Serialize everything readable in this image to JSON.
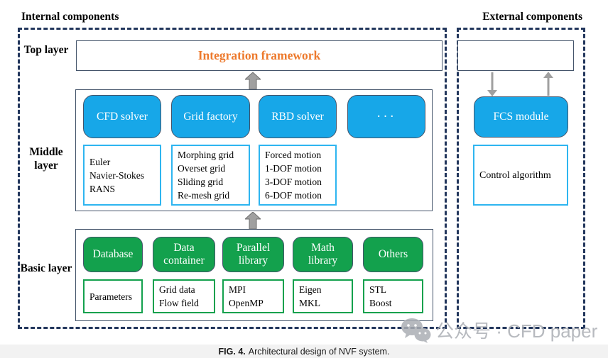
{
  "sections": {
    "internal_title": "Internal components",
    "external_title": "External components"
  },
  "layers": {
    "top": "Top layer",
    "middle": "Middle layer",
    "basic": "Basic layer"
  },
  "top_layer": {
    "integration": "Integration framework"
  },
  "middle": {
    "modules": [
      {
        "label": "CFD solver",
        "items": [
          "Euler",
          "Navier-Stokes",
          "RANS"
        ]
      },
      {
        "label": "Grid factory",
        "items": [
          "Morphing grid",
          "Overset grid",
          "Sliding grid",
          "Re-mesh grid"
        ]
      },
      {
        "label": "RBD solver",
        "items": [
          "Forced motion",
          "1-DOF motion",
          "3-DOF motion",
          "6-DOF motion"
        ]
      },
      {
        "label": "···",
        "items": []
      }
    ]
  },
  "basic": {
    "modules": [
      {
        "label": "Database",
        "items": [
          "Parameters"
        ]
      },
      {
        "label": "Data container",
        "items": [
          "Grid data",
          "Flow field"
        ]
      },
      {
        "label": "Parallel library",
        "items": [
          "MPI",
          "OpenMP"
        ]
      },
      {
        "label": "Math library",
        "items": [
          "Eigen",
          "MKL"
        ]
      },
      {
        "label": "Others",
        "items": [
          "STL",
          "Boost"
        ]
      }
    ]
  },
  "external_section": {
    "module": "FCS module",
    "sub": "Control algorithm"
  },
  "caption": {
    "fig": "FIG. 4.",
    "text": "Architectural design of NVF system."
  },
  "watermark": "公众号 · CFD paper",
  "colors": {
    "blue": "#17A7E8",
    "green": "#13A14D",
    "orange": "#ED7A2D",
    "navy": "#22365C",
    "slate": "#44546A",
    "cyan": "#2EB5F0",
    "arrow": "#A0A0A0",
    "watermark": "#ABAEB4",
    "caption_bg": "#F2F2F2"
  }
}
